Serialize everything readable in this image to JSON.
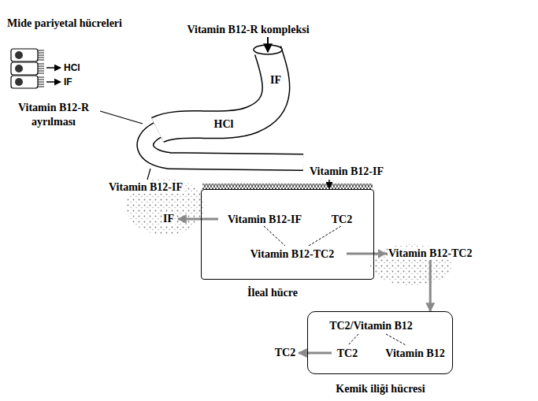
{
  "diagram": {
    "nodes": [
      {
        "text": [
          "Vitamin B12-IF",
          "TC2",
          "Vitamin B12-TC2",
          "İleal hücre"
        ]
      },
      {
        "text": [
          "TC2/Vitamin B12",
          "TC2",
          "Vitamin B12",
          "Kemik iliği hücresi"
        ]
      }
    ],
    "edges": [
      {
        "from": 0,
        "to": 1,
        "arrow": "to",
        "label": "Vitamin B12-TC2"
      }
    ],
    "labels": [
      "Mide pariyetal hücreleri",
      "HCl",
      "IF",
      "Vitamin B12-R kompleksi",
      "IF",
      "HCl",
      "Vitamin B12-R ayrılması",
      "Vitamin B12-IF",
      "Vitamin B12-IF",
      "IF",
      "TC2"
    ]
  }
}
